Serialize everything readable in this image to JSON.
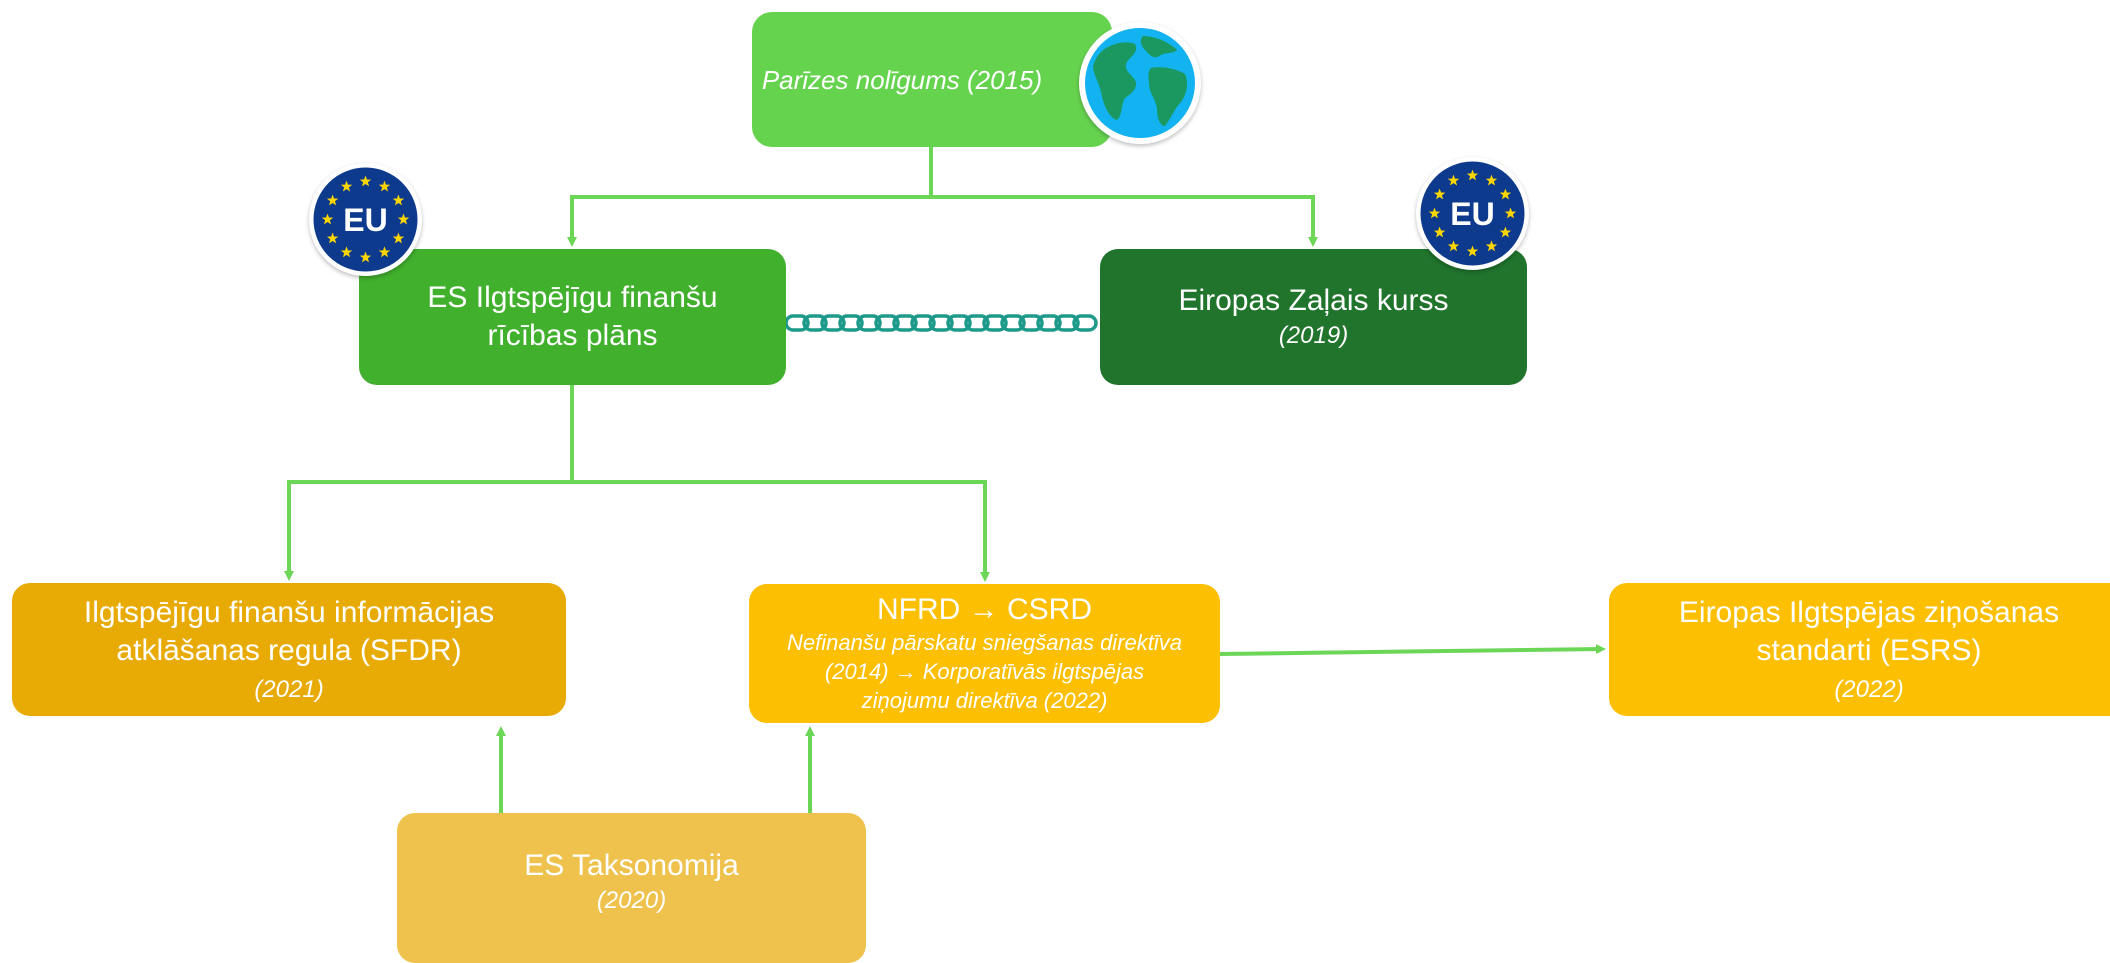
{
  "nodes": {
    "paris": {
      "label": "Parīzes nolīgums (2015)",
      "color": "#66d34f",
      "icon": "globe-icon"
    },
    "action_plan": {
      "line1": "ES Ilgtspējīgu finanšu",
      "line2": "rīcības plāns",
      "color": "#41b02d",
      "badge": "EU"
    },
    "green_deal": {
      "title": "Eiropas Zaļais kurss",
      "year": "(2019)",
      "color": "#20742c",
      "badge": "EU"
    },
    "sfdr": {
      "line1": "Ilgtspējīgu finanšu informācijas",
      "line2": "atklāšanas regula (SFDR)",
      "year": "(2021)",
      "color": "#e8aa04"
    },
    "nfrd": {
      "title": "NFRD → CSRD",
      "desc1": "Nefinanšu pārskatu sniegšanas direktīva",
      "desc2": "(2014) → Korporatīvās ilgtspējas",
      "desc3": "ziņojumu direktīva (2022)",
      "color": "#fdbf01"
    },
    "esrs": {
      "line1": "Eiropas Ilgtspējas ziņošanas",
      "line2": "standarti (ESRS)",
      "year": "(2022)",
      "color": "#fdbf01"
    },
    "taxonomy": {
      "title": "ES Taksonomija",
      "year": "(2020)",
      "color": "#eec24d"
    }
  },
  "colors": {
    "arrow": "#6cd657",
    "chain": "#1d9a8a",
    "eu_blue": "#0d3a8c",
    "eu_star": "#fdd500",
    "globe_ocean": "#13b2f0",
    "globe_land": "#1a9860"
  },
  "icons": [
    "globe-icon",
    "eu-badge-icon",
    "chain-icon"
  ]
}
